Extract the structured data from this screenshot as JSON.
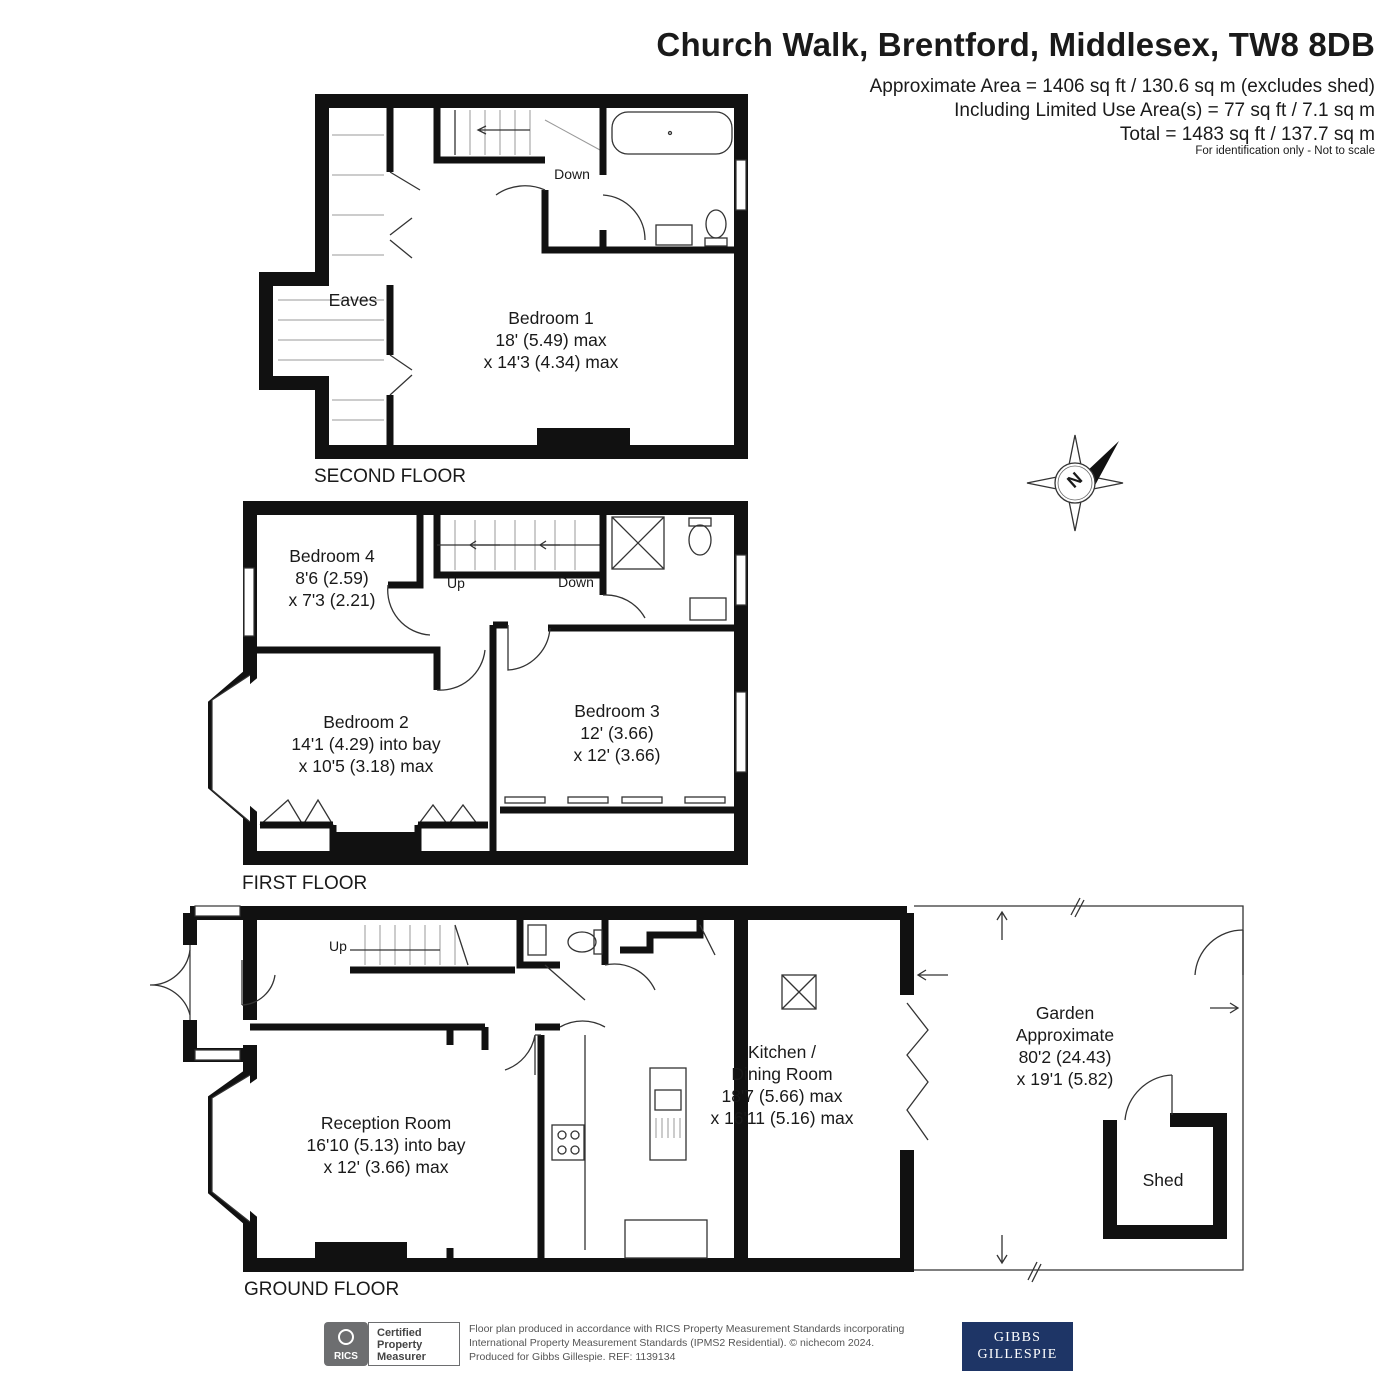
{
  "header": {
    "title": "Church Walk, Brentford, Middlesex, TW8 8DB",
    "area_line": "Approximate Area = 1406 sq ft / 130.6 sq m (excludes shed)",
    "limited_use_line": "Including Limited Use Area(s) = 77 sq ft / 7.1 sq m",
    "total_line": "Total = 1483 sq ft / 137.7 sq m",
    "scale_note": "For identification only - Not to scale"
  },
  "compass": {
    "label": "N"
  },
  "second_floor": {
    "label": "SECOND FLOOR",
    "eaves": "Eaves",
    "down": "Down",
    "bedroom1": {
      "name": "Bedroom 1",
      "dim1": "18' (5.49) max",
      "dim2": "x 14'3 (4.34) max"
    }
  },
  "first_floor": {
    "label": "FIRST FLOOR",
    "up": "Up",
    "down": "Down",
    "bedroom4": {
      "name": "Bedroom 4",
      "dim1": "8'6 (2.59)",
      "dim2": "x 7'3 (2.21)"
    },
    "bedroom2": {
      "name": "Bedroom 2",
      "dim1": "14'1 (4.29) into bay",
      "dim2": "x 10'5 (3.18) max"
    },
    "bedroom3": {
      "name": "Bedroom 3",
      "dim1": "12' (3.66)",
      "dim2": "x 12' (3.66)"
    }
  },
  "ground_floor": {
    "label": "GROUND FLOOR",
    "up": "Up",
    "reception": {
      "name": "Reception Room",
      "dim1": "16'10 (5.13) into bay",
      "dim2": "x 12' (3.66) max"
    },
    "kitchen": {
      "name": "Kitchen /",
      "name2": "Dining Room",
      "dim1": "18'7 (5.66) max",
      "dim2": "x 16'11 (5.16) max"
    },
    "garden": {
      "name": "Garden",
      "name2": "Approximate",
      "dim1": "80'2 (24.43)",
      "dim2": "x 19'1 (5.82)"
    },
    "shed": "Shed"
  },
  "footer": {
    "line1": "Floor plan produced in accordance with RICS Property Measurement Standards incorporating",
    "line2": "International Property Measurement Standards (IPMS2 Residential).   © nichecom 2024.",
    "line3": "Produced for Gibbs Gillespie.   REF: 1139134",
    "rics_logo": "RICS",
    "rics_cert1": "Certified",
    "rics_cert2": "Property",
    "rics_cert3": "Measurer",
    "agent1": "GIBBS",
    "agent2": "GILLESPIE"
  },
  "colors": {
    "wall": "#111111",
    "agent_bg": "#1e3566",
    "rics_grey": "#6d6e70"
  }
}
